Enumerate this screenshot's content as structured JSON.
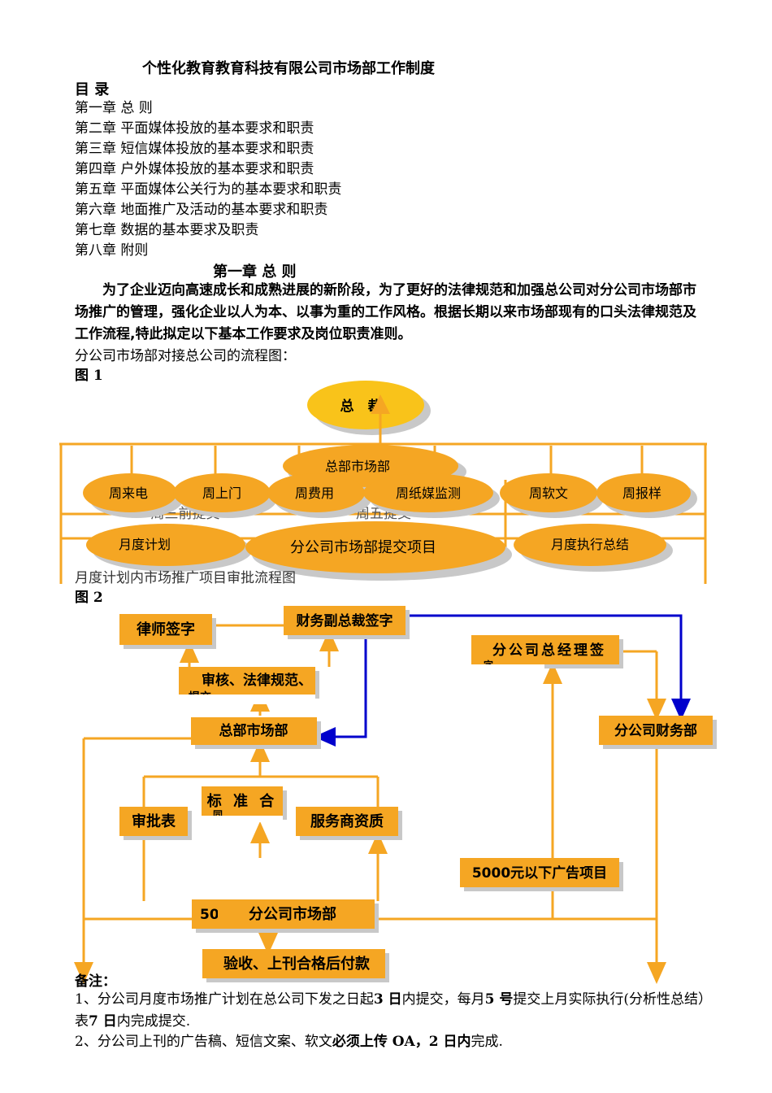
{
  "doc": {
    "title": "个性化教育教育科技有限公司市场部工作制度",
    "toc_heading": "目 录",
    "toc": [
      "第一章 总 则",
      "第二章 平面媒体投放的基本要求和职责",
      "第三章 短信媒体投放的基本要求和职责",
      "第四章 户外媒体投放的基本要求和职责",
      "第五章 平面媒体公关行为的基本要求和职责",
      "第六章 地面推广及活动的基本要求和职责",
      "第七章 数据的基本要求及职责",
      "第八章 附则"
    ],
    "chapter1_title": "第一章 总 则",
    "chapter1_para": "为了企业迈向高速成长和成熟进展的新阶段，为了更好的法律规范和加强总公司对分公司市场部市场推广的管理，强化企业以人为本、以事为重的工作风格。根据长期以来市场部现有的口头法律规范及工作流程,特此拟定以下基本工作要求及岗位职责准则。",
    "flow_intro": "分公司市场部对接总公司的流程图：",
    "fig1_label": "图 1",
    "fig2_caption": "月度计划内市场推广项目审批流程图",
    "fig2_label": "图 2"
  },
  "fig1": {
    "president": "总　裁",
    "hq_market": "总部市场部",
    "weekly": [
      "周来电",
      "周上门",
      "周费用",
      "周纸媒监测",
      "周软文",
      "周报样"
    ],
    "hidden_wed": "周三前提交",
    "hidden_fri": "周五提交",
    "monthly_plan": "月度计划",
    "branch_submit": "分公司市场部提交项目",
    "monthly_summary": "月度执行总结"
  },
  "fig2": {
    "lawyer": "律师签字",
    "finance_vp": "财务副总裁签字",
    "review": "审核、法律规范、",
    "review_cut": "提交",
    "hq_market": "总部市场部",
    "branch_gm": "分公司总经理签",
    "branch_gm_cut": "字",
    "branch_finance": "分公司财务部",
    "approval_form": "审批表",
    "standard_contract": "标 准 合",
    "standard_cut": "同",
    "provider_qual": "服务商资质",
    "under5000": "5000元以下广告项目",
    "branch_market": "分公司市场部",
    "over_prefix": "50",
    "acceptance": "验收、上刊合格后付款"
  },
  "notes": {
    "heading": "备注：",
    "n1_a": "1、分公司月度市场推广计划在总公司下发之日起",
    "n1_b": "3 日",
    "n1_c": "内提交，每月",
    "n1_d": "5 号",
    "n1_e": "提交上月实际执行(分析性总结）表",
    "n1_f": "7 日",
    "n1_g": "内完成提交.",
    "n2_a": "2、分公司上刊的广告稿、短信文案、软文",
    "n2_b": "必须上传 OA，2 日内",
    "n2_c": "完成."
  },
  "colors": {
    "orange": "#f5a623",
    "orange_dark": "#e8961a",
    "gold": "#f9c31a",
    "shadow": "#c8c8c8",
    "blue": "#0000cc"
  }
}
